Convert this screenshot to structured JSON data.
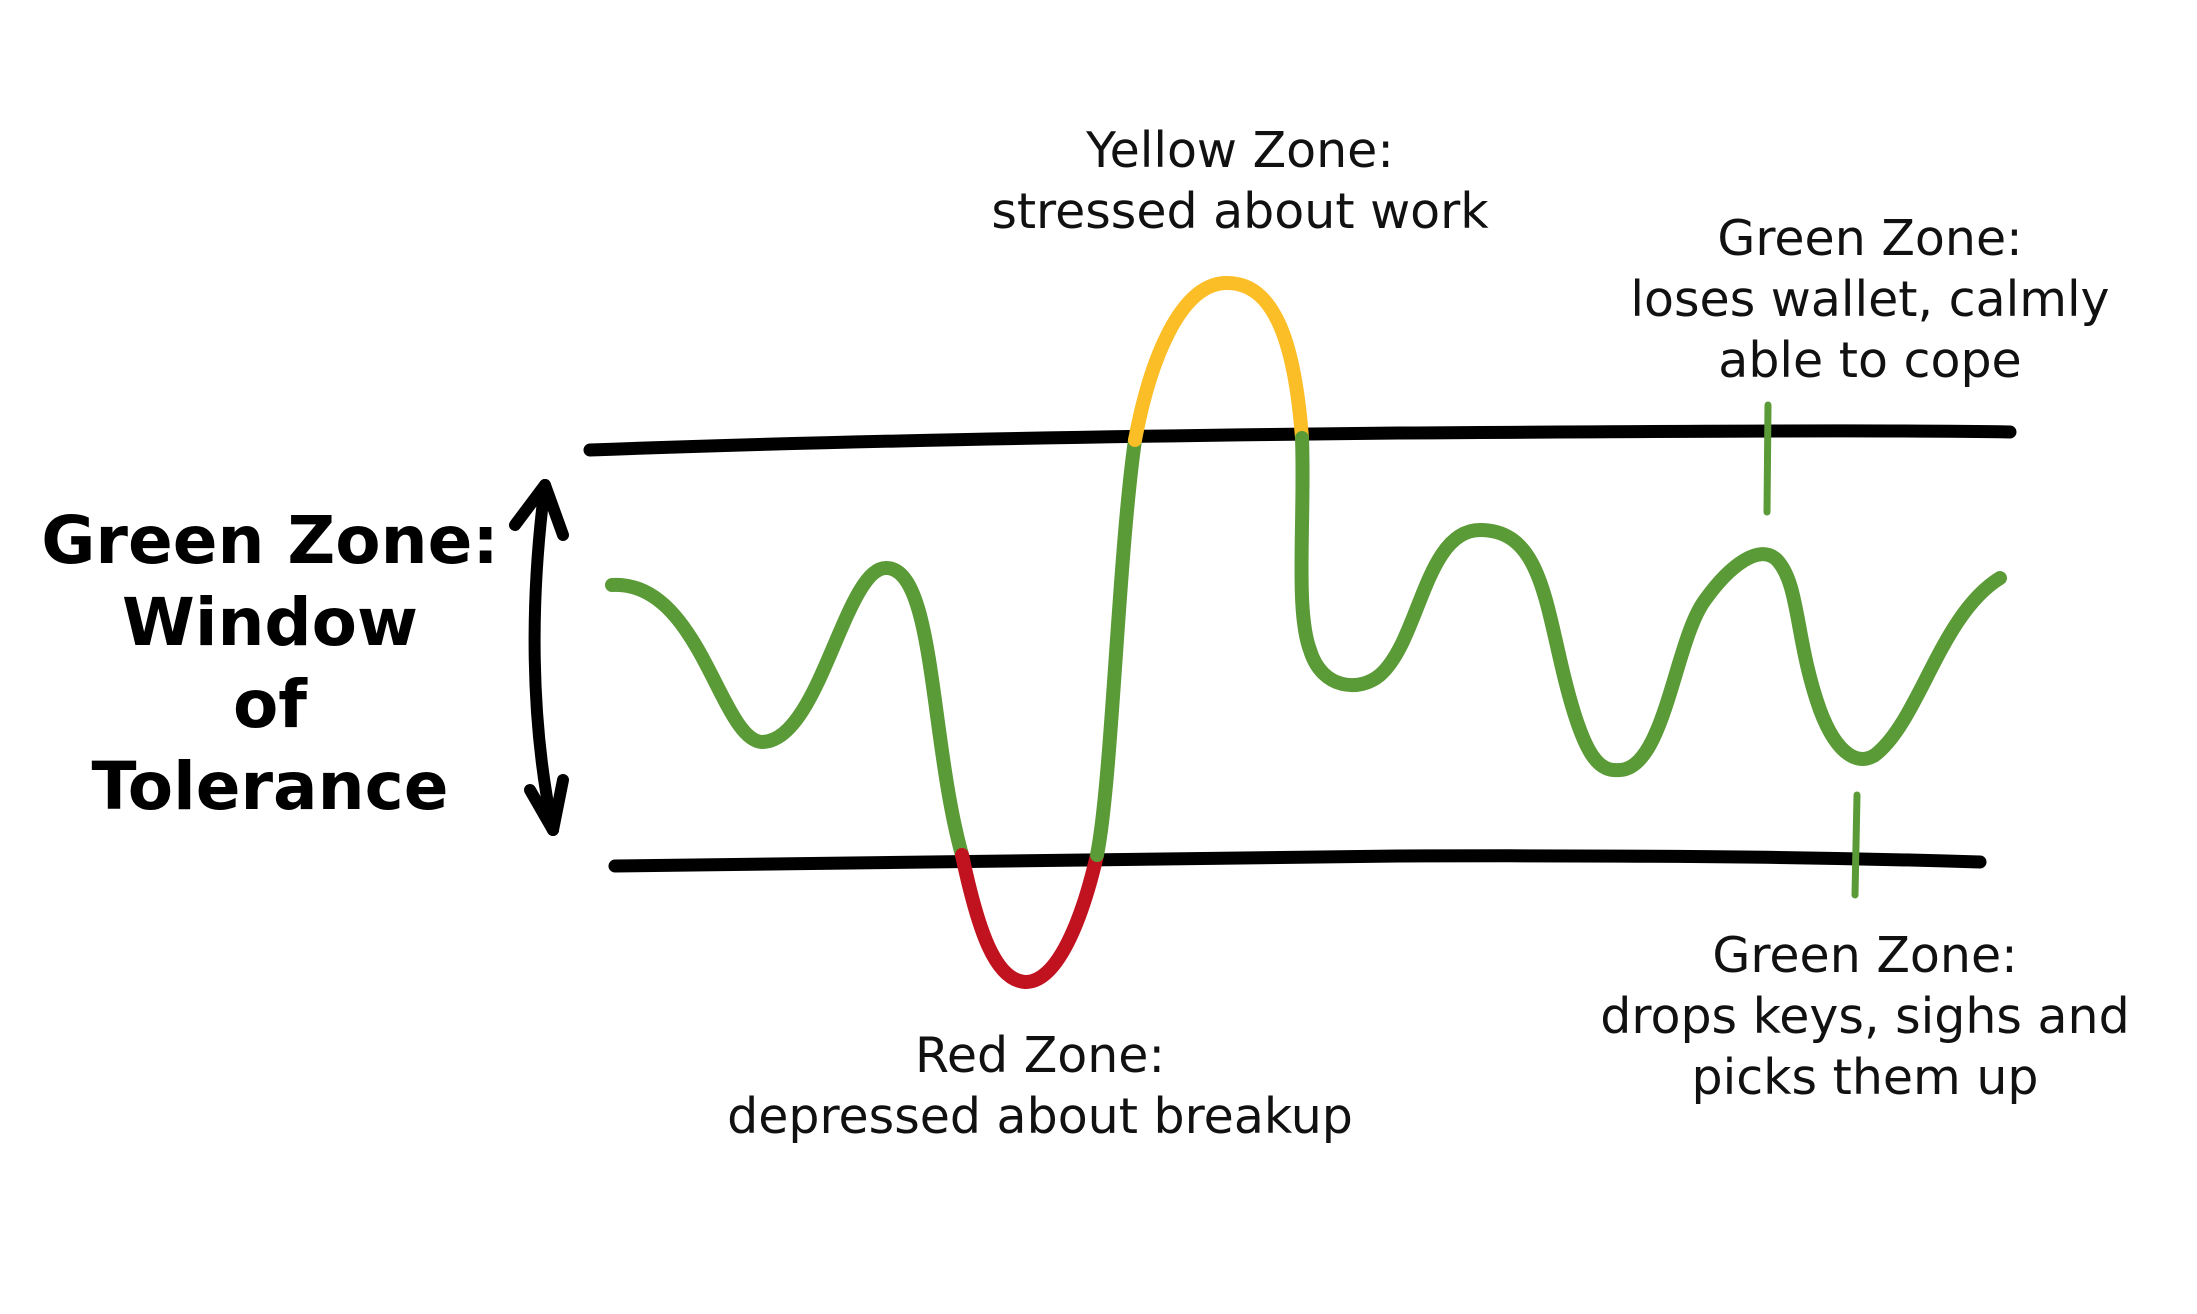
{
  "title": {
    "line1": "Green Zone:",
    "line2": "Window",
    "line3": "of",
    "line4": "Tolerance"
  },
  "annotations": {
    "yellow": {
      "heading": "Yellow Zone:",
      "line1": "stressed about work"
    },
    "green_top": {
      "heading": "Green Zone:",
      "line1": "loses wallet, calmly",
      "line2": "able to cope"
    },
    "red": {
      "heading": "Red Zone:",
      "line1": "depressed about breakup"
    },
    "green_bottom": {
      "heading": "Green Zone:",
      "line1": "drops keys, sighs and",
      "line2": "picks them up"
    }
  },
  "colors": {
    "green": "#5a9a37",
    "yellow": "#fbbe26",
    "red": "#c1121f",
    "boundary": "#000000"
  }
}
